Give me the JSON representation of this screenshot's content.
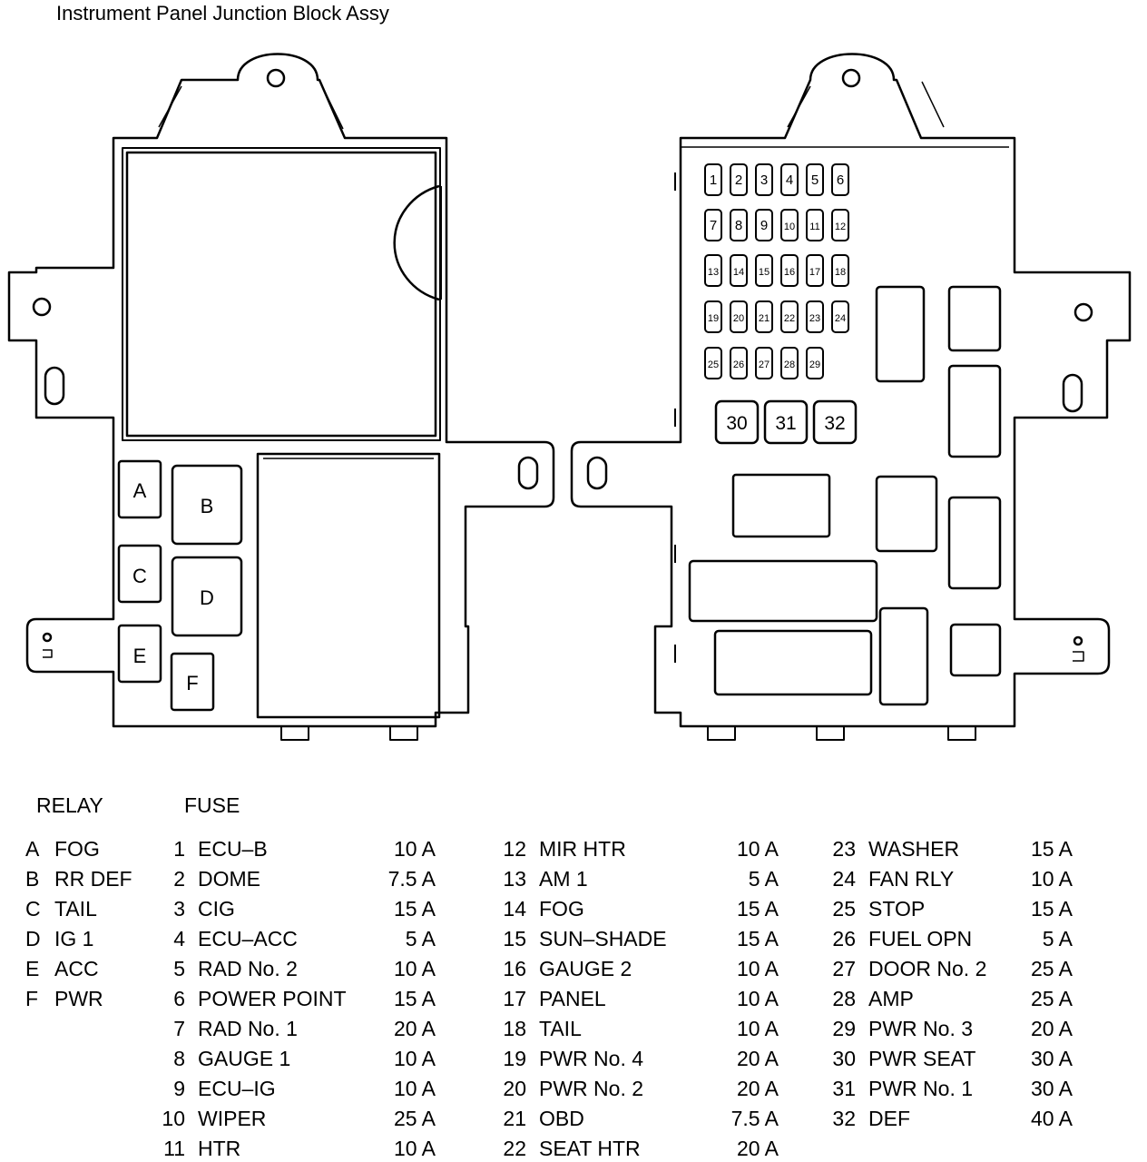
{
  "title": "Instrument Panel Junction Block Assy",
  "relay_header": "RELAY",
  "fuse_header": "FUSE",
  "relay_slots": [
    "A",
    "B",
    "C",
    "D",
    "E",
    "F"
  ],
  "relays": [
    {
      "id": "A",
      "name": "FOG"
    },
    {
      "id": "B",
      "name": "RR DEF"
    },
    {
      "id": "C",
      "name": "TAIL"
    },
    {
      "id": "D",
      "name": "IG 1"
    },
    {
      "id": "E",
      "name": "ACC"
    },
    {
      "id": "F",
      "name": "PWR"
    }
  ],
  "fuse_slots": [
    "1",
    "2",
    "3",
    "4",
    "5",
    "6",
    "7",
    "8",
    "9",
    "10",
    "11",
    "12",
    "13",
    "14",
    "15",
    "16",
    "17",
    "18",
    "19",
    "20",
    "21",
    "22",
    "23",
    "24",
    "25",
    "26",
    "27",
    "28",
    "29",
    "30",
    "31",
    "32"
  ],
  "fuses": [
    {
      "num": "1",
      "name": "ECU–B",
      "amp": "10 A"
    },
    {
      "num": "2",
      "name": "DOME",
      "amp": "7.5 A"
    },
    {
      "num": "3",
      "name": "CIG",
      "amp": "15 A"
    },
    {
      "num": "4",
      "name": "ECU–ACC",
      "amp": "5 A"
    },
    {
      "num": "5",
      "name": "RAD No. 2",
      "amp": "10 A"
    },
    {
      "num": "6",
      "name": "POWER POINT",
      "amp": "15 A"
    },
    {
      "num": "7",
      "name": "RAD No. 1",
      "amp": "20 A"
    },
    {
      "num": "8",
      "name": "GAUGE 1",
      "amp": "10 A"
    },
    {
      "num": "9",
      "name": "ECU–IG",
      "amp": "10 A"
    },
    {
      "num": "10",
      "name": "WIPER",
      "amp": "25 A"
    },
    {
      "num": "11",
      "name": "HTR",
      "amp": "10 A"
    },
    {
      "num": "12",
      "name": "MIR HTR",
      "amp": "10 A"
    },
    {
      "num": "13",
      "name": "AM 1",
      "amp": "5 A"
    },
    {
      "num": "14",
      "name": "FOG",
      "amp": "15 A"
    },
    {
      "num": "15",
      "name": "SUN–SHADE",
      "amp": "15 A"
    },
    {
      "num": "16",
      "name": "GAUGE 2",
      "amp": "10 A"
    },
    {
      "num": "17",
      "name": "PANEL",
      "amp": "10 A"
    },
    {
      "num": "18",
      "name": "TAIL",
      "amp": "10 A"
    },
    {
      "num": "19",
      "name": "PWR No. 4",
      "amp": "20 A"
    },
    {
      "num": "20",
      "name": "PWR No. 2",
      "amp": "20 A"
    },
    {
      "num": "21",
      "name": "OBD",
      "amp": "7.5 A"
    },
    {
      "num": "22",
      "name": "SEAT HTR",
      "amp": "20 A"
    },
    {
      "num": "23",
      "name": "WASHER",
      "amp": "15 A"
    },
    {
      "num": "24",
      "name": "FAN RLY",
      "amp": "10 A"
    },
    {
      "num": "25",
      "name": "STOP",
      "amp": "15 A"
    },
    {
      "num": "26",
      "name": "FUEL OPN",
      "amp": "5 A"
    },
    {
      "num": "27",
      "name": "DOOR No. 2",
      "amp": "25 A"
    },
    {
      "num": "28",
      "name": "AMP",
      "amp": "25 A"
    },
    {
      "num": "29",
      "name": "PWR No. 3",
      "amp": "20 A"
    },
    {
      "num": "30",
      "name": "PWR SEAT",
      "amp": "30 A"
    },
    {
      "num": "31",
      "name": "PWR No. 1",
      "amp": "30 A"
    },
    {
      "num": "32",
      "name": "DEF",
      "amp": "40 A"
    }
  ]
}
